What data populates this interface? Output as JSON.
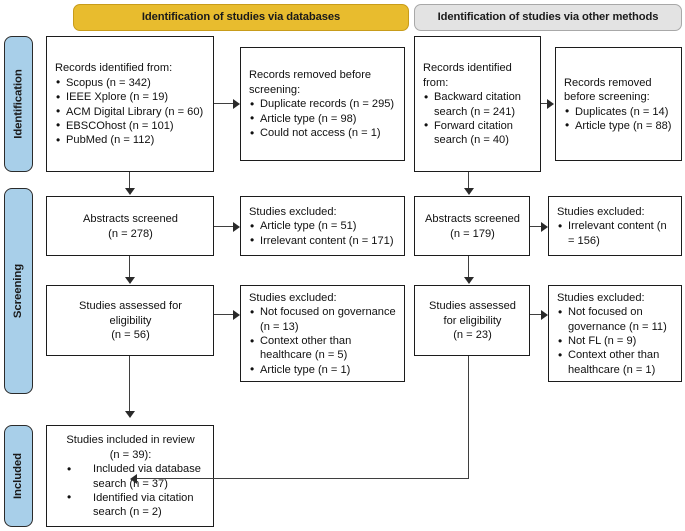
{
  "banners": {
    "databases": "Identification of studies via databases",
    "other_methods": "Identification of studies via other methods",
    "databases_color": "#e8bc2e",
    "other_methods_color": "#e3e3e3"
  },
  "stages": {
    "identification": "Identification",
    "screening": "Screening",
    "included": "Included",
    "color": "#a8cfe9"
  },
  "databases_branch": {
    "records_identified": {
      "heading": "Records identified from:",
      "items": [
        "Scopus (n = 342)",
        "IEEE Xplore (n = 19)",
        "ACM Digital Library (n = 60)",
        "EBSCOhost (n = 101)",
        "PubMed (n = 112)"
      ]
    },
    "records_removed": {
      "heading_line1": "Records removed before",
      "heading_line2": "screening:",
      "items": [
        "Duplicate records (n = 295)",
        "Article type (n = 98)",
        "Could not access (n = 1)"
      ]
    },
    "abstracts_screened": {
      "line1": "Abstracts screened",
      "line2": "(n = 278)"
    },
    "studies_excluded_screening": {
      "heading": "Studies excluded:",
      "items": [
        "Article type  (n = 51)",
        "Irrelevant content (n = 171)"
      ]
    },
    "studies_assessed": {
      "line1": "Studies assessed for",
      "line2": "eligibility",
      "line3": "(n = 56)"
    },
    "studies_excluded_eligibility": {
      "heading": "Studies excluded:",
      "items": [
        "Not focused on governance (n = 13)",
        "Context other than healthcare (n = 5)",
        "Article type (n = 1)"
      ]
    }
  },
  "other_methods_branch": {
    "records_identified": {
      "heading_line1": "Records identified",
      "heading_line2": "from:",
      "items": [
        "Backward citation search (n = 241)",
        "Forward citation search (n = 40)"
      ]
    },
    "records_removed": {
      "heading_line1": "Records removed",
      "heading_line2": "before screening:",
      "items": [
        "Duplicates (n = 14)",
        "Article type (n = 88)"
      ]
    },
    "abstracts_screened": {
      "line1": "Abstracts screened",
      "line2": "(n = 179)"
    },
    "studies_excluded_screening": {
      "heading": "Studies excluded:",
      "items": [
        "Irrelevant content (n = 156)"
      ]
    },
    "studies_assessed": {
      "line1": "Studies assessed",
      "line2": "for eligibility",
      "line3": "(n = 23)"
    },
    "studies_excluded_eligibility": {
      "heading": "Studies excluded:",
      "items": [
        "Not focused on governance (n = 11)",
        "Not FL (n = 9)",
        "Context other than healthcare (n = 1)"
      ]
    }
  },
  "included_box": {
    "line1": "Studies included in review",
    "line2": "(n = 39):",
    "items": [
      "Included via database search (n = 37)",
      "Identified via citation search  (n = 2)"
    ]
  }
}
